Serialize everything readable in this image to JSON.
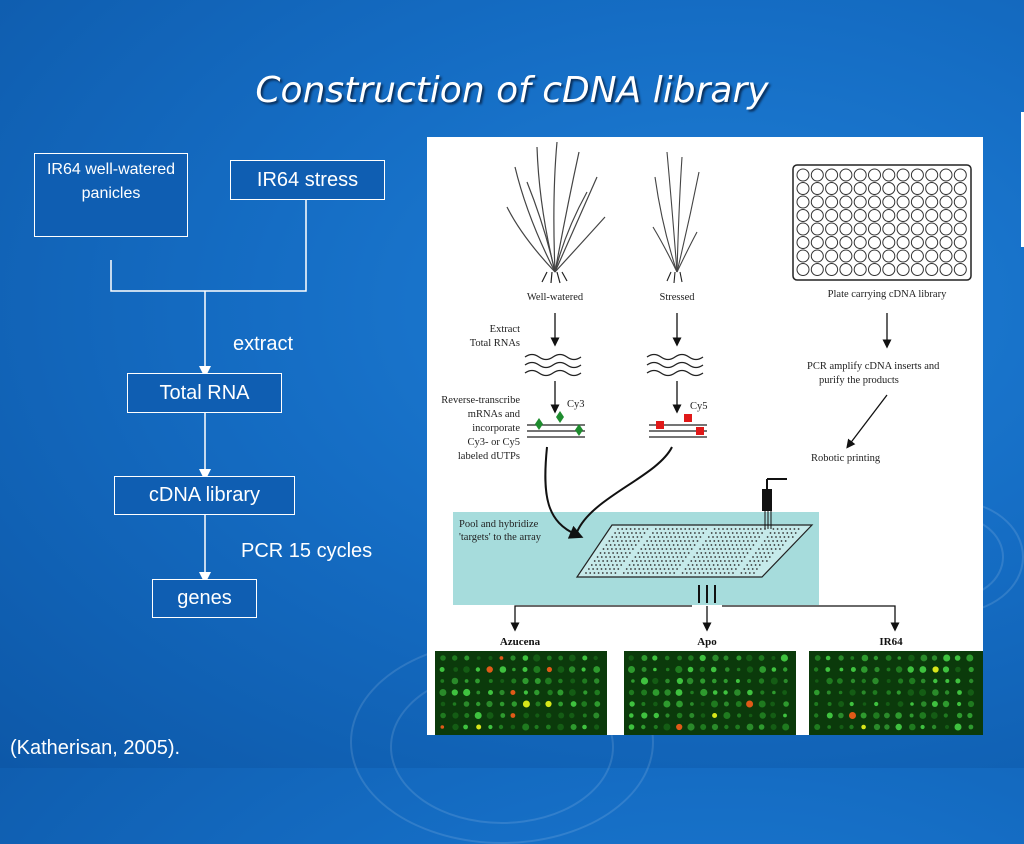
{
  "title": "Construction of cDNA library",
  "flow": {
    "box_wellwatered": "IR64 well-watered panicles",
    "box_stress": "IR64 stress",
    "label_extract": "extract",
    "box_total_rna": "Total RNA",
    "box_cdna_library": "cDNA library",
    "label_pcr": "PCR 15 cycles",
    "box_genes": "genes"
  },
  "figure": {
    "plant_well": "Well-watered",
    "plant_stressed": "Stressed",
    "plate_label": "Plate carrying cDNA library",
    "extract_line1": "Extract",
    "extract_line2": "Total RNAs",
    "rt_line1": "Reverse-transcribe",
    "rt_line2": "mRNAs and",
    "rt_line3": "incorporate",
    "rt_line4": "Cy3- or Cy5",
    "rt_line5": "labeled dUTPs",
    "cy3": "Cy3",
    "cy5": "Cy5",
    "pcr_line1": "PCR amplify cDNA inserts and",
    "pcr_line2": "purify the products",
    "robotic": "Robotic printing",
    "pool_line1": "Pool and hybridize",
    "pool_line2": "'targets' to the array",
    "result_azucena": "Azucena",
    "result_apo": "Apo",
    "result_ir64": "IR64"
  },
  "citation": "(Katherisan, 2005).",
  "colors": {
    "background": "#156dc4",
    "box_fill": "#0f5eb2",
    "hybridize_panel": "#a6dcdc",
    "cy3_marker": "#1e8c2e",
    "cy5_marker": "#e01818"
  }
}
